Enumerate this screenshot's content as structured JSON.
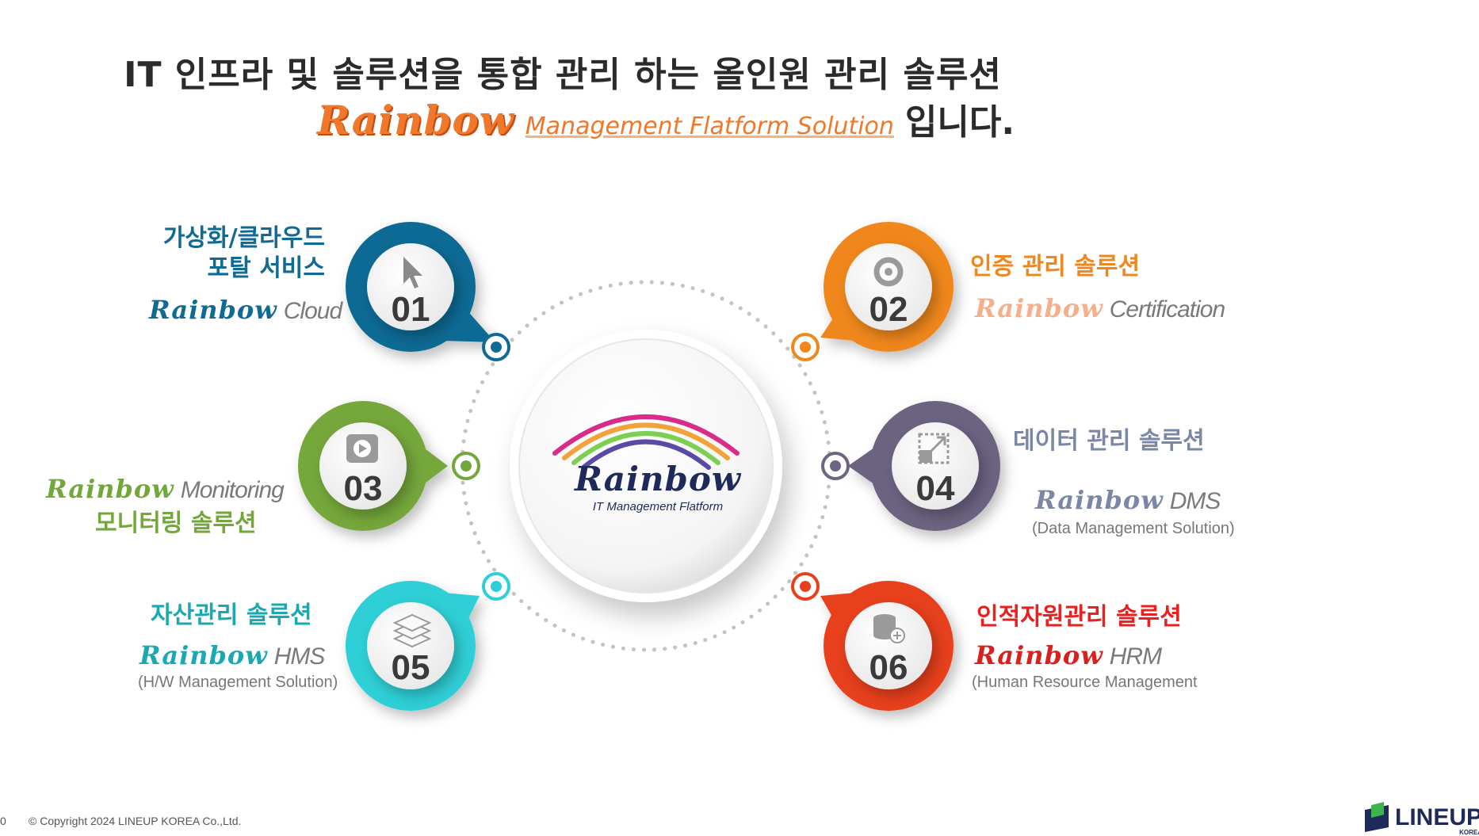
{
  "title": {
    "line1": "IT 인프라 및 솔루션을 통합 관리 하는 올인원 관리 솔루션",
    "brand": "Rainbow",
    "subtitle": "Management Flatform Solution",
    "tail": "입니다."
  },
  "center": {
    "brand": "Rainbow",
    "subtitle": "IT Management Flatform"
  },
  "colors": {
    "c01": "#116a94",
    "c02": "#f0871e",
    "c03": "#74a73b",
    "c04": "#6c6481",
    "c05": "#2ecfd6",
    "c06": "#e8401e"
  },
  "items": [
    {
      "num": "01",
      "icon": "cursor-icon",
      "ko_line1": "가상화/클라우드",
      "ko_line2": "포탈 서비스",
      "brand": "Rainbow",
      "product": "Cloud",
      "desc": ""
    },
    {
      "num": "02",
      "icon": "gear-icon",
      "ko_line1": "인증 관리 솔루션",
      "brand": "Rainbow",
      "product": "Certification",
      "desc": ""
    },
    {
      "num": "03",
      "icon": "play-icon",
      "ko_line1": "모니터링 솔루션",
      "brand": "Rainbow",
      "product": "Monitoring",
      "desc": ""
    },
    {
      "num": "04",
      "icon": "resize-icon",
      "ko_line1": "데이터 관리 솔루션",
      "brand": "Rainbow",
      "product": "DMS",
      "desc": "(Data Management Solution)"
    },
    {
      "num": "05",
      "icon": "layers-icon",
      "ko_line1": "자산관리 솔루션",
      "brand": "Rainbow",
      "product": "HMS",
      "desc": "(H/W Management Solution)"
    },
    {
      "num": "06",
      "icon": "database-add-icon",
      "ko_line1": "인적자원관리 솔루션",
      "brand": "Rainbow",
      "product": "HRM",
      "desc": "(Human Resource Management"
    }
  ],
  "footer": {
    "page": "0",
    "copyright": "© Copyright 2024 LINEUP KOREA Co.,Ltd.",
    "company": "LINEUP",
    "company_sub": "KOREA"
  }
}
